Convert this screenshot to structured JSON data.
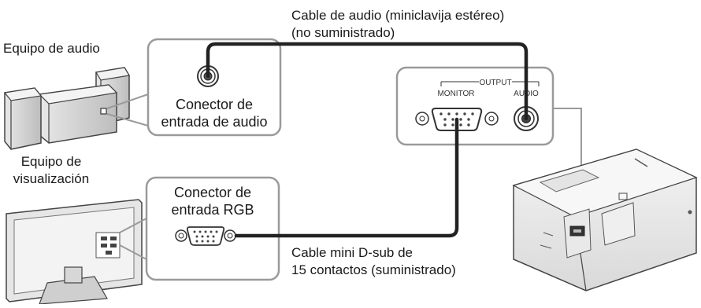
{
  "labels": {
    "audio_cable_line1": "Cable de audio (miniclavija estéreo)",
    "audio_cable_line2": "(no suministrado)",
    "audio_equipment": "Equipo de audio",
    "audio_connector_line1": "Conector de",
    "audio_connector_line2": "entrada de audio",
    "display_equipment_line1": "Equipo de",
    "display_equipment_line2": "visualización",
    "rgb_connector_line1": "Conector de",
    "rgb_connector_line2": "entrada RGB",
    "rgb_cable_line1": "Cable mini D-sub de",
    "rgb_cable_line2": "15 contactos (suministrado)"
  },
  "projector_panel": {
    "output": "OUTPUT",
    "monitor": "MONITOR",
    "audio": "AUDIO"
  }
}
